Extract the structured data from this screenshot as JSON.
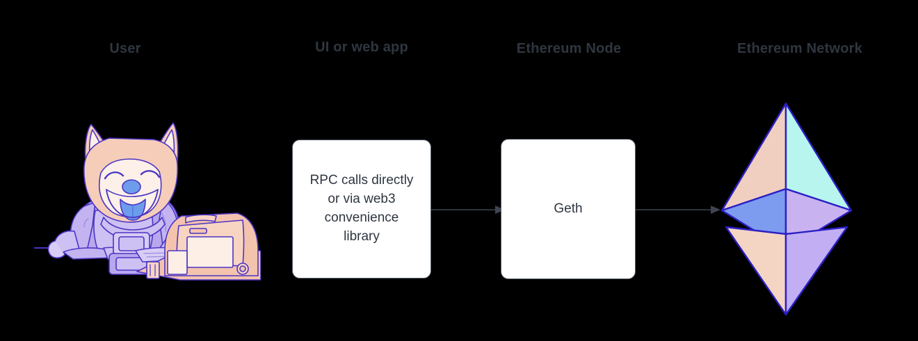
{
  "diagram": {
    "background_color": "#000000",
    "title_color": "#2f3640",
    "box_fill": "#ffffff",
    "box_stroke": "#5c6370",
    "arrow_color": "#3f4450",
    "columns": [
      {
        "id": "user",
        "title": "User"
      },
      {
        "id": "ui",
        "title": "UI or web app"
      },
      {
        "id": "node",
        "title": "Ethereum Node"
      },
      {
        "id": "network",
        "title": "Ethereum Network"
      }
    ],
    "nodes": [
      {
        "id": "rpc",
        "label": "RPC calls directly\nor via web3\nconvenience\nlibrary",
        "shape": "rounded-rect"
      },
      {
        "id": "geth",
        "label": "Geth",
        "shape": "rounded-rect"
      }
    ],
    "edges": [
      {
        "id": "edge-rpc-geth",
        "from": "rpc",
        "to": "geth",
        "style": "solid-arrow"
      },
      {
        "id": "edge-geth-network",
        "from": "geth",
        "to": "network",
        "style": "solid-arrow"
      }
    ],
    "illustrations": [
      {
        "id": "doge",
        "name": "shiba-inu-at-computer-illustration",
        "colors": {
          "fur": "#f6cdb9",
          "fur_light": "#fdf0e8",
          "suit": "#b9a7ee",
          "suit_light": "#d7cdf6",
          "tongue": "#6e9ced",
          "nose": "#6e9ced",
          "computer": "#f4c3ae",
          "computer_screen": "#fdeee6",
          "outline": "#4b35c4"
        }
      },
      {
        "id": "ethereum-logo",
        "name": "ethereum-diamond-logo",
        "colors": {
          "top_left": "#f0cfc0",
          "top_right": "#b8f5ee",
          "mid_left": "#7d9cf0",
          "mid_right": "#c8b3f0",
          "bottom_left": "#f4d5c4",
          "bottom_right": "#c2aff3",
          "outline": "#2c20c4"
        }
      }
    ]
  }
}
